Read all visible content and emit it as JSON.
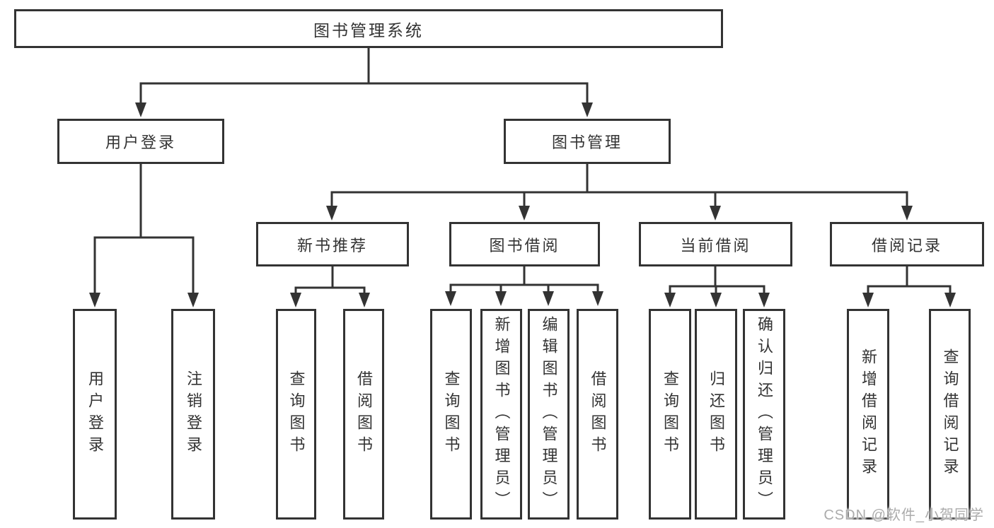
{
  "diagram": {
    "root": {
      "label": "图书管理系统"
    },
    "branches": [
      {
        "label": "用户登录",
        "children": [
          {
            "label": "用户登录"
          },
          {
            "label": "注销登录"
          }
        ]
      },
      {
        "label": "图书管理",
        "children": [
          {
            "label": "新书推荐",
            "children": [
              {
                "label": "查询图书"
              },
              {
                "label": "借阅图书"
              }
            ]
          },
          {
            "label": "图书借阅",
            "children": [
              {
                "label": "查询图书"
              },
              {
                "label": "新增图书（管理员）"
              },
              {
                "label": "编辑图书（管理员）"
              },
              {
                "label": "借阅图书"
              }
            ]
          },
          {
            "label": "当前借阅",
            "children": [
              {
                "label": "查询图书"
              },
              {
                "label": "归还图书"
              },
              {
                "label": "确认归还（管理员）"
              }
            ]
          },
          {
            "label": "借阅记录",
            "children": [
              {
                "label": "新增借阅记录"
              },
              {
                "label": "查询借阅记录"
              }
            ]
          }
        ]
      }
    ]
  },
  "watermark": {
    "text": "CSDN @软件_小贺同学"
  },
  "colors": {
    "line": "#333333",
    "text": "#333333",
    "box_background": "#ffffff",
    "page_background": "#ffffff",
    "watermark": "#ababab"
  }
}
